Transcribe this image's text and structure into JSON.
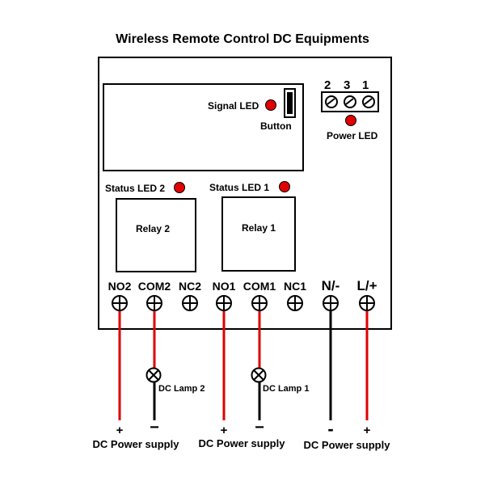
{
  "title": "Wireless Remote Control DC Equipments",
  "receiver": {
    "signal_led": "Signal LED",
    "button": "Button",
    "power_led": "Power LED",
    "antenna_pins": [
      "2",
      "3",
      "1"
    ],
    "status_led_2": "Status LED 2",
    "status_led_1": "Status LED 1",
    "relay_2": "Relay 2",
    "relay_1": "Relay 1"
  },
  "terminals": [
    "NO2",
    "COM2",
    "NC2",
    "NO1",
    "COM1",
    "NC1",
    "N/-",
    "L/+"
  ],
  "loads": {
    "lamp_2": "DC Lamp 2",
    "lamp_1": "DC Lamp 1"
  },
  "supplies": {
    "supply_1": "DC Power supply",
    "supply_2": "DC Power supply",
    "supply_3": "DC Power supply"
  },
  "polarity": {
    "plus": "+",
    "minus": "−",
    "dash": "-"
  },
  "colors": {
    "led": "#e00000",
    "positive_wire": "#e00000",
    "negative_wire": "#000000"
  }
}
